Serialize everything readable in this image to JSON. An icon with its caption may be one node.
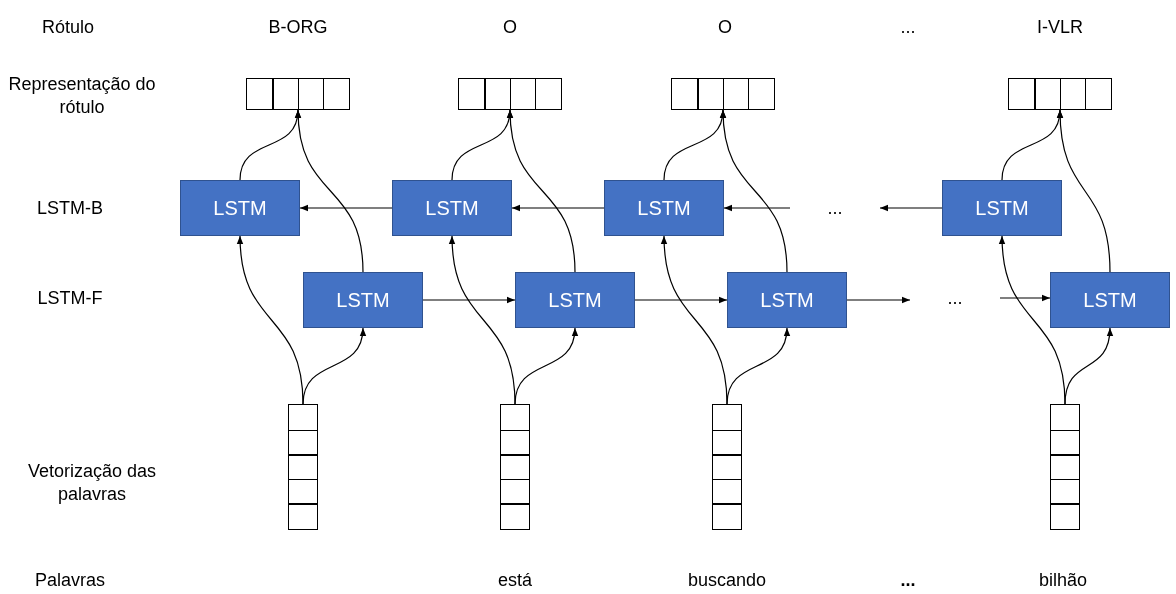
{
  "diagram": {
    "nodes": [
      {
        "text": [],
        "shape": "box"
      },
      {
        "text": [],
        "shape": "box"
      },
      {
        "text": [],
        "shape": "box"
      },
      {
        "text": [],
        "shape": "box"
      },
      {
        "text": [
          "LSTM"
        ]
      },
      {
        "text": [
          "LSTM"
        ]
      },
      {
        "text": [
          "LSTM"
        ]
      },
      {
        "text": [
          "LSTM"
        ]
      },
      {
        "text": [
          "LSTM"
        ]
      },
      {
        "text": [
          "LSTM"
        ]
      },
      {
        "text": [
          "LSTM"
        ]
      },
      {
        "text": [
          "LSTM"
        ]
      },
      {
        "text": [],
        "shape": "box"
      },
      {
        "text": [],
        "shape": "box"
      },
      {
        "text": [],
        "shape": "box"
      },
      {
        "text": [],
        "shape": "box"
      },
      {
        "text": [
          "..."
        ]
      },
      {
        "text": [
          "..."
        ]
      }
    ],
    "edges": [
      {
        "from": 5,
        "to": 4,
        "arrow": "to"
      },
      {
        "from": 6,
        "to": 5,
        "arrow": "to"
      },
      {
        "from": 16,
        "to": 6,
        "arrow": "to"
      },
      {
        "from": 7,
        "to": 16,
        "arrow": "to"
      },
      {
        "from": 8,
        "to": 9,
        "arrow": "to"
      },
      {
        "from": 9,
        "to": 10,
        "arrow": "to"
      },
      {
        "from": 10,
        "to": 17,
        "arrow": "to"
      },
      {
        "from": 17,
        "to": 11,
        "arrow": "to"
      },
      {
        "from": 12,
        "to": 4,
        "arrow": "to"
      },
      {
        "from": 12,
        "to": 8,
        "arrow": "to"
      },
      {
        "from": 13,
        "to": 5,
        "arrow": "to"
      },
      {
        "from": 13,
        "to": 9,
        "arrow": "to"
      },
      {
        "from": 14,
        "to": 6,
        "arrow": "to"
      },
      {
        "from": 14,
        "to": 10,
        "arrow": "to"
      },
      {
        "from": 15,
        "to": 7,
        "arrow": "to"
      },
      {
        "from": 15,
        "to": 11,
        "arrow": "to"
      },
      {
        "from": 4,
        "to": 0,
        "arrow": "to"
      },
      {
        "from": 8,
        "to": 0,
        "arrow": "to"
      },
      {
        "from": 5,
        "to": 1,
        "arrow": "to"
      },
      {
        "from": 9,
        "to": 1,
        "arrow": "to"
      },
      {
        "from": 6,
        "to": 2,
        "arrow": "to"
      },
      {
        "from": 10,
        "to": 2,
        "arrow": "to"
      },
      {
        "from": 7,
        "to": 3,
        "arrow": "to"
      },
      {
        "from": 11,
        "to": 3,
        "arrow": "to"
      }
    ],
    "labels": [
      "Rótulo",
      "B-ORG",
      "O",
      "O",
      "...",
      "I-VLR",
      "Representação do rótulo",
      "LSTM-B",
      "LSTM-F",
      "Vetorização das palavras",
      "Palavras",
      "está",
      "buscando",
      "...",
      "bilhão"
    ]
  }
}
